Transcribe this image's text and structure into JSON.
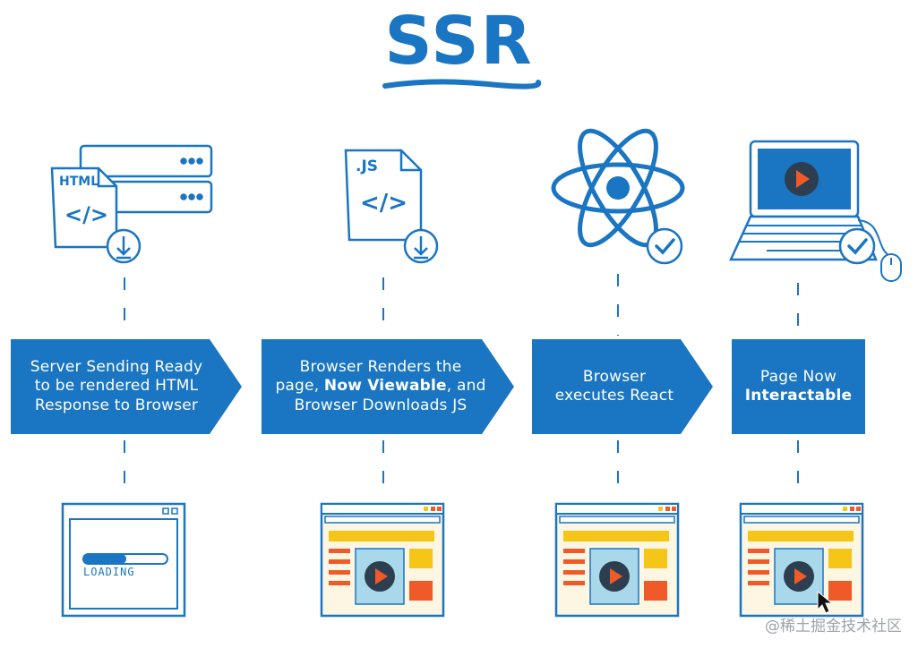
{
  "title": "SSR",
  "steps": [
    {
      "line1": "Server Sending Ready",
      "line2": "to be rendered HTML",
      "line3": "Response to Browser"
    },
    {
      "line1": "Browser Renders the",
      "line2a": "page, ",
      "line2b": "Now Viewable",
      "line2c": ", and",
      "line3": "Browser Downloads JS"
    },
    {
      "line1": "Browser",
      "line2": "executes React"
    },
    {
      "line1": "Page Now",
      "line2": "Interactable"
    }
  ],
  "icons": {
    "html_label": "HTML",
    "js_label": ".JS",
    "code_glyph": "</>",
    "loading_label": "LOADING"
  },
  "watermark": "@稀土掘金技术社区",
  "colors": {
    "primary": "#1a75c2",
    "yellow": "#f5c518",
    "orange": "#f05a28",
    "light_blue": "#a8d8ea",
    "dark": "#2d3e50",
    "cream": "#fdf6e3"
  }
}
